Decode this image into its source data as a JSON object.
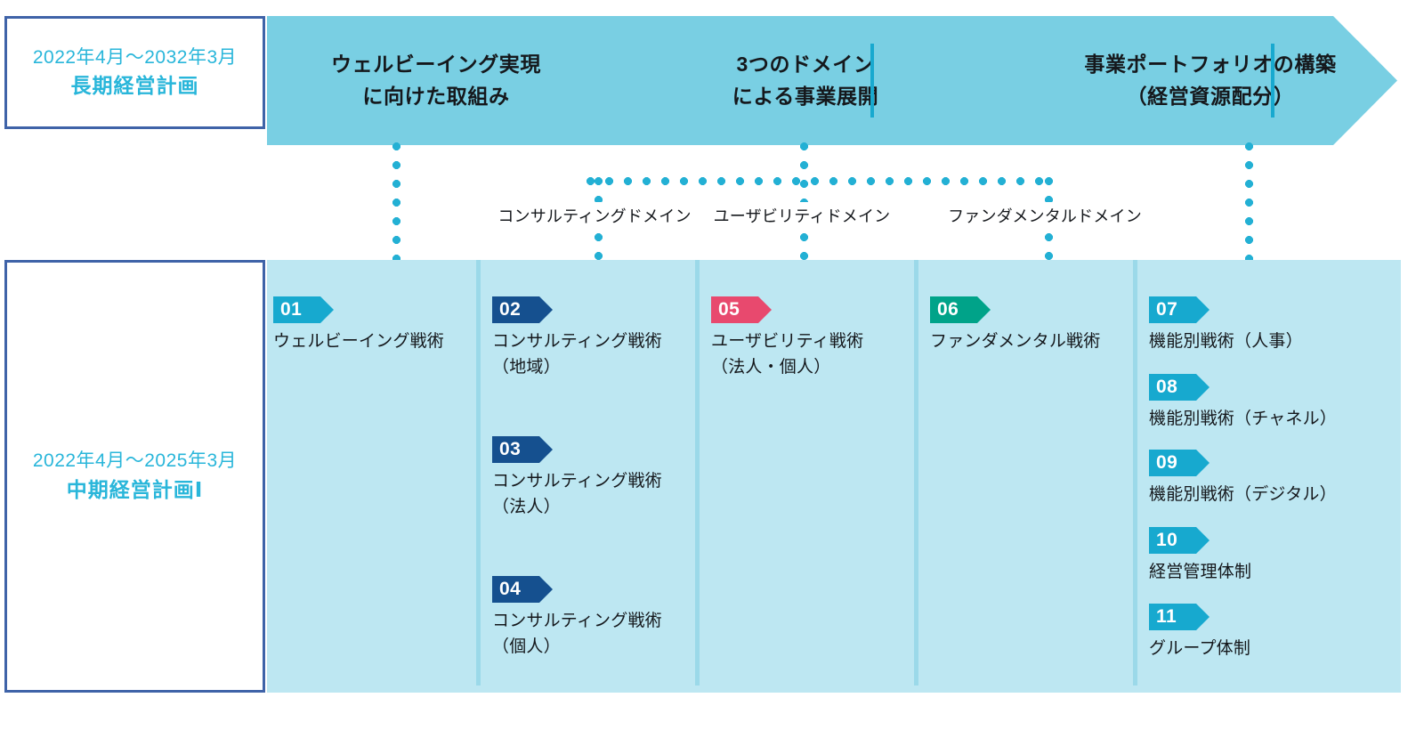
{
  "left_boxes": [
    {
      "period": "2022年4月〜2032年3月",
      "name": "長期経営計画"
    },
    {
      "period": "2022年4月〜2025年3月",
      "name": "中期経営計画Ⅰ"
    }
  ],
  "banner": {
    "sections": [
      {
        "label": "ウェルビーイング実現\nに向けた取組み"
      },
      {
        "label": "3つのドメイン\nによる事業展開"
      },
      {
        "label": "事業ポートフォリオの構築\n（経営資源配分）"
      }
    ]
  },
  "domains": [
    {
      "label": "コンサルティングドメイン"
    },
    {
      "label": "ユーザビリティドメイン"
    },
    {
      "label": "ファンダメンタルドメイン"
    }
  ],
  "colors": {
    "banner_bg": "#79cfe3",
    "panel_bg": "#bde7f2",
    "cyan": "#17a9cf",
    "navy": "#15508f",
    "pink": "#e8496e",
    "green": "#00a389",
    "box_border": "#3f63a8",
    "heading_text": "#29b6da",
    "dot": "#23b0d4",
    "divider": "#9bd9e9"
  },
  "tactics": [
    {
      "num": "01",
      "color": "#17a9cf",
      "label": "ウェルビーイング戦術"
    },
    {
      "num": "02",
      "color": "#15508f",
      "label": "コンサルティング戦術\n（地域）"
    },
    {
      "num": "03",
      "color": "#15508f",
      "label": "コンサルティング戦術\n（法人）"
    },
    {
      "num": "04",
      "color": "#15508f",
      "label": "コンサルティング戦術\n（個人）"
    },
    {
      "num": "05",
      "color": "#e8496e",
      "label": "ユーザビリティ戦術\n（法人・個人）"
    },
    {
      "num": "06",
      "color": "#00a389",
      "label": "ファンダメンタル戦術"
    },
    {
      "num": "07",
      "color": "#17a9cf",
      "label": "機能別戦術（人事）"
    },
    {
      "num": "08",
      "color": "#17a9cf",
      "label": "機能別戦術（チャネル）"
    },
    {
      "num": "09",
      "color": "#17a9cf",
      "label": "機能別戦術（デジタル）"
    },
    {
      "num": "10",
      "color": "#17a9cf",
      "label": "経営管理体制"
    },
    {
      "num": "11",
      "color": "#17a9cf",
      "label": "グループ体制"
    }
  ]
}
